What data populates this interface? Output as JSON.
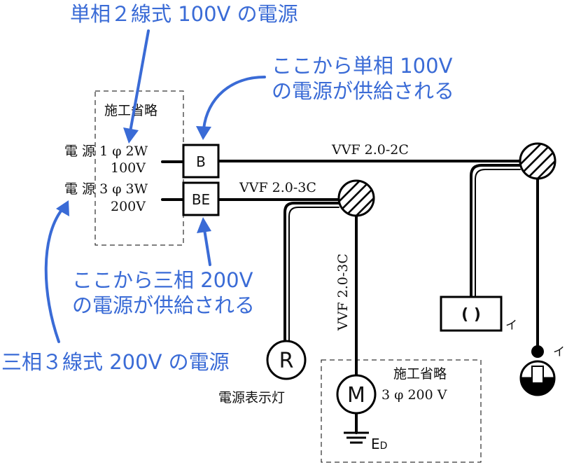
{
  "annotations": {
    "single_phase_source": "単相２線式 100V の電源",
    "single_phase_supply_line1": "ここから単相 100V",
    "single_phase_supply_line2": "の電源が供給される",
    "three_phase_supply_line1": "ここから三相 200V",
    "three_phase_supply_line2": "の電源が供給される",
    "three_phase_source": "三相３線式 200V の電源"
  },
  "panel": {
    "omitted_label": "施工省略",
    "source1_line1": "電 源 1 φ 2W",
    "source1_line2": "100V",
    "source2_line1": "電 源 3 φ 3W",
    "source2_line2": "200V",
    "breaker_b": "B",
    "breaker_be": "BE"
  },
  "cables": {
    "top": "VVF 2.0-2C",
    "middle": "VVF 2.0-3C",
    "vertical": "VVF 2.0-3C"
  },
  "devices": {
    "pilot_lamp_symbol": "R",
    "pilot_lamp_label": "電源表示灯",
    "motor_symbol": "M",
    "motor_rating": "3 φ 200 V",
    "ground_label": "E",
    "ground_subscript": "D",
    "outlet_symbol": "( )",
    "outlet_mark": "イ",
    "lamp_mark": "イ",
    "motor_area_label": "施工省略"
  },
  "colors": {
    "annotation": "#3a6bd6",
    "wire": "#000000"
  }
}
